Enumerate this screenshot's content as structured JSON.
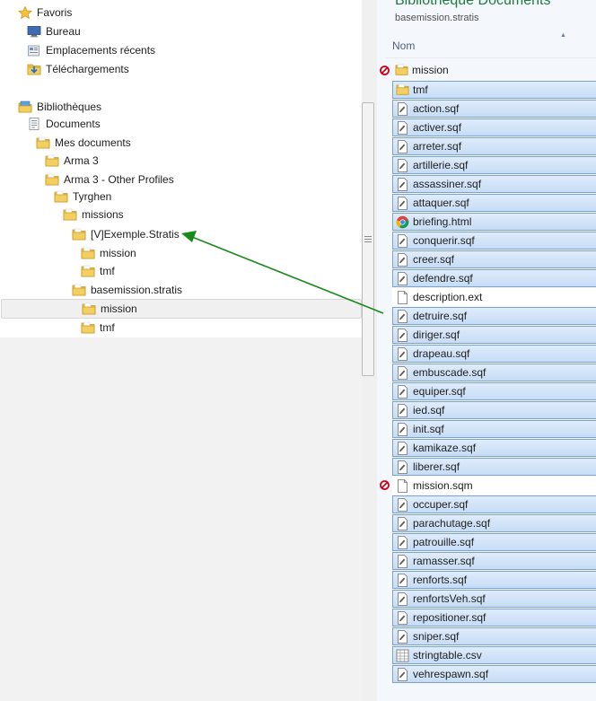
{
  "library": {
    "title": "Bibliothèque Documents",
    "subtitle": "basemission.stratis",
    "column_name": "Nom"
  },
  "nav": {
    "favorites": {
      "label": "Favoris",
      "items": [
        "Bureau",
        "Emplacements récents",
        "Téléchargements"
      ]
    },
    "libraries": {
      "label": "Bibliothèques",
      "documents": "Documents",
      "tree": [
        "Mes documents",
        "Arma 3",
        "Arma 3 - Other Profiles",
        "Tyrghen",
        "missions",
        "[V]Exemple.Stratis",
        "mission",
        "tmf",
        "basemission.stratis",
        "mission",
        "tmf"
      ]
    }
  },
  "files": [
    {
      "name": "mission",
      "type": "folder",
      "blocked": true
    },
    {
      "name": "tmf",
      "type": "folder"
    },
    {
      "name": "action.sqf",
      "type": "sqf"
    },
    {
      "name": "activer.sqf",
      "type": "sqf"
    },
    {
      "name": "arreter.sqf",
      "type": "sqf"
    },
    {
      "name": "artillerie.sqf",
      "type": "sqf"
    },
    {
      "name": "assassiner.sqf",
      "type": "sqf"
    },
    {
      "name": "attaquer.sqf",
      "type": "sqf"
    },
    {
      "name": "briefing.html",
      "type": "html"
    },
    {
      "name": "conquerir.sqf",
      "type": "sqf"
    },
    {
      "name": "creer.sqf",
      "type": "sqf"
    },
    {
      "name": "defendre.sqf",
      "type": "sqf"
    },
    {
      "name": "description.ext",
      "type": "blank",
      "plain": true
    },
    {
      "name": "detruire.sqf",
      "type": "sqf"
    },
    {
      "name": "diriger.sqf",
      "type": "sqf"
    },
    {
      "name": "drapeau.sqf",
      "type": "sqf"
    },
    {
      "name": "embuscade.sqf",
      "type": "sqf"
    },
    {
      "name": "equiper.sqf",
      "type": "sqf"
    },
    {
      "name": "ied.sqf",
      "type": "sqf"
    },
    {
      "name": "init.sqf",
      "type": "sqf"
    },
    {
      "name": "kamikaze.sqf",
      "type": "sqf"
    },
    {
      "name": "liberer.sqf",
      "type": "sqf"
    },
    {
      "name": "mission.sqm",
      "type": "blank",
      "plain": true,
      "blocked": true
    },
    {
      "name": "occuper.sqf",
      "type": "sqf"
    },
    {
      "name": "parachutage.sqf",
      "type": "sqf"
    },
    {
      "name": "patrouille.sqf",
      "type": "sqf"
    },
    {
      "name": "ramasser.sqf",
      "type": "sqf"
    },
    {
      "name": "renforts.sqf",
      "type": "sqf"
    },
    {
      "name": "renfortsVeh.sqf",
      "type": "sqf"
    },
    {
      "name": "repositioner.sqf",
      "type": "sqf"
    },
    {
      "name": "sniper.sqf",
      "type": "sqf"
    },
    {
      "name": "stringtable.csv",
      "type": "csv"
    },
    {
      "name": "vehrespawn.sqf",
      "type": "sqf"
    }
  ],
  "colors": {
    "arrow": "#1a8a1a",
    "selection_border": "#7da2ce",
    "blocked": "#d0021b",
    "folder": "#e8c04a"
  }
}
